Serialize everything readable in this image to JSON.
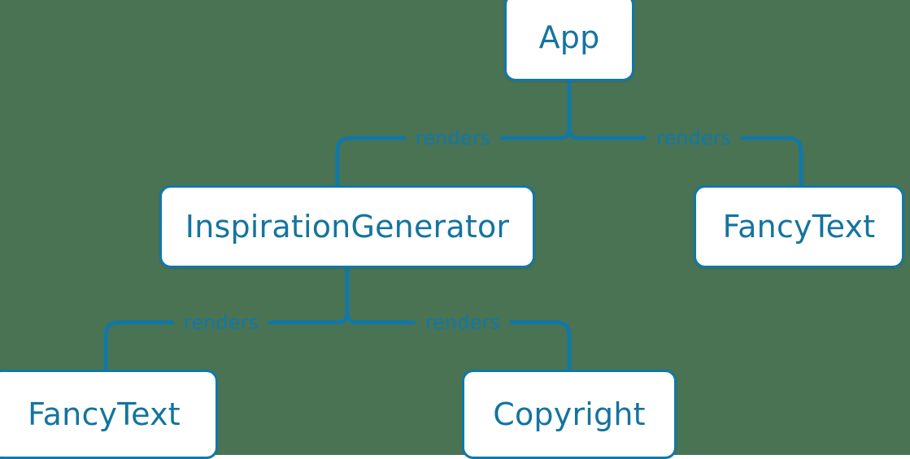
{
  "diagram": {
    "type": "component-tree",
    "title": "React component render tree",
    "background_color": "#4a7353",
    "node_fill_color": "#ffffff",
    "node_border_color": "#1178a8",
    "node_text_color": "#14749f",
    "edge_color": "#1178a8",
    "edge_label_color": "#1178a8",
    "nodes": [
      {
        "id": "app",
        "label": "App"
      },
      {
        "id": "inspgen",
        "label": "InspirationGenerator"
      },
      {
        "id": "fancy_r",
        "label": "FancyText"
      },
      {
        "id": "fancy_b",
        "label": "FancyText"
      },
      {
        "id": "copyright",
        "label": "Copyright"
      }
    ],
    "edges": [
      {
        "from": "app",
        "to": "inspgen",
        "label": "renders"
      },
      {
        "from": "app",
        "to": "fancy_r",
        "label": "renders"
      },
      {
        "from": "inspgen",
        "to": "fancy_b",
        "label": "renders"
      },
      {
        "from": "inspgen",
        "to": "copyright",
        "label": "renders"
      }
    ],
    "edge_labels": {
      "app_inspgen": "renders",
      "app_fancy_right": "renders",
      "inspgen_fancy_bottom": "renders",
      "inspgen_copyright": "renders"
    }
  }
}
